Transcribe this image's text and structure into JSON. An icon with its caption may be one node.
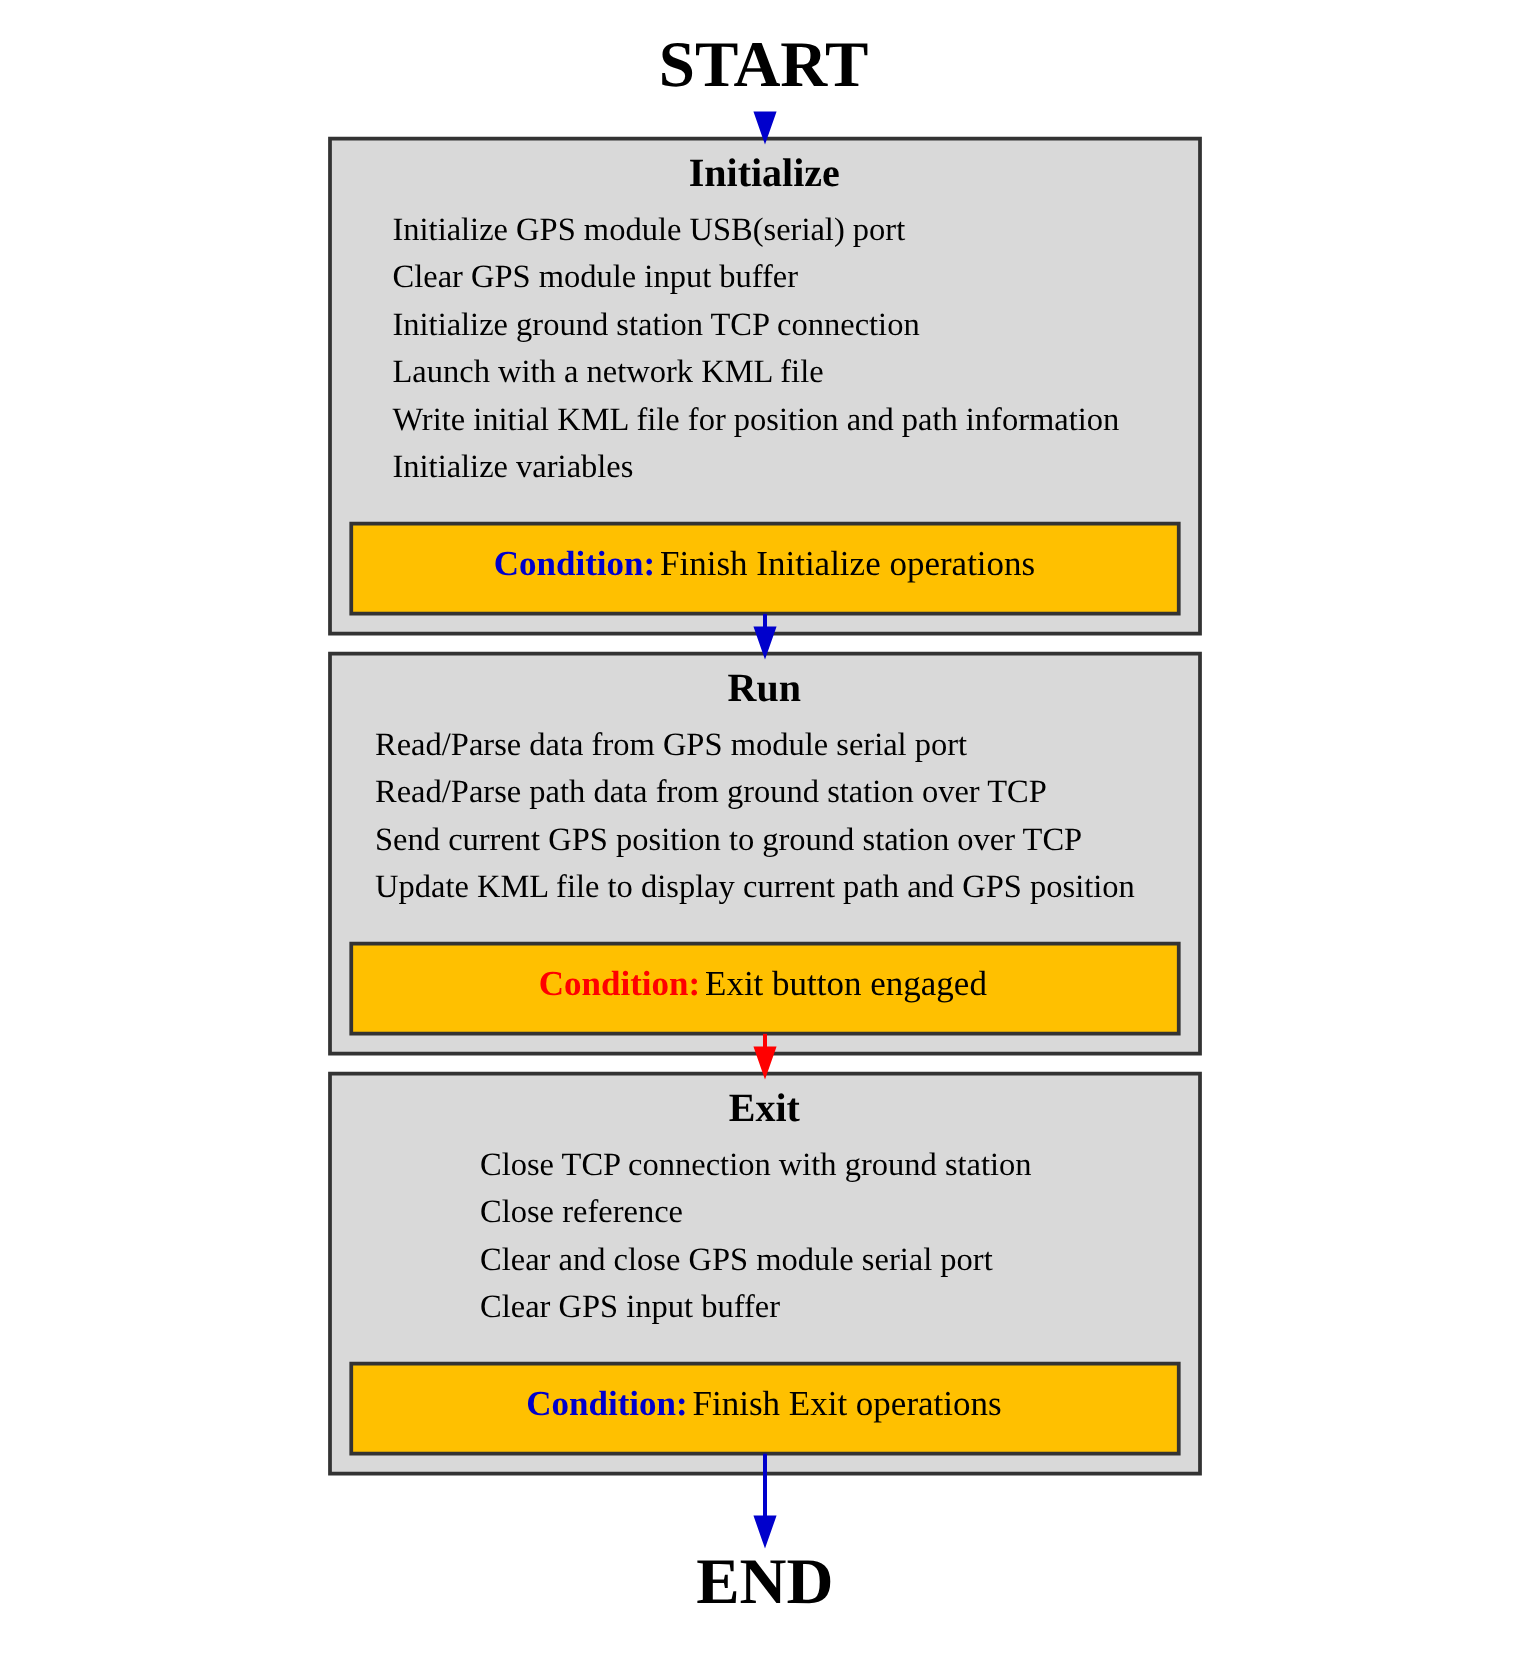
{
  "diagram": {
    "nodes": [
      {
        "text": [
          "START"
        ]
      },
      {
        "text": [
          "Initialize",
          "Initialize GPS module USB(serial) port",
          "Clear GPS module input buffer",
          "Initialize ground station TCP connection",
          "Launch with a network KML file",
          "Write initial KML file for position and path information",
          "Initialize variables"
        ]
      },
      {
        "text": [
          "Condition:",
          "Finish Initialize operations"
        ],
        "in": 1
      },
      {
        "text": [
          "Run",
          "Read/Parse data from GPS module serial port",
          "Read/Parse path data from ground station over TCP",
          "Send current GPS position to ground station over TCP",
          "Update KML file to display current path and GPS position"
        ]
      },
      {
        "text": [
          "Condition:",
          "Exit button engaged"
        ],
        "in": 3
      },
      {
        "text": [
          "Exit",
          "Close TCP connection with ground station",
          "Close reference",
          "Clear and close GPS module serial port",
          "Clear GPS input buffer"
        ]
      },
      {
        "text": [
          "Condition:",
          "Finish Exit operations"
        ],
        "in": 5
      },
      {
        "text": [
          "END"
        ]
      }
    ],
    "edges": [
      {
        "from": 0,
        "to": 1,
        "arrow": "to"
      },
      {
        "from": 2,
        "to": 3,
        "arrow": "to"
      },
      {
        "from": 4,
        "to": 5,
        "arrow": "to",
        "color": "#ff0000"
      },
      {
        "from": 6,
        "to": 7,
        "arrow": "to"
      }
    ]
  }
}
